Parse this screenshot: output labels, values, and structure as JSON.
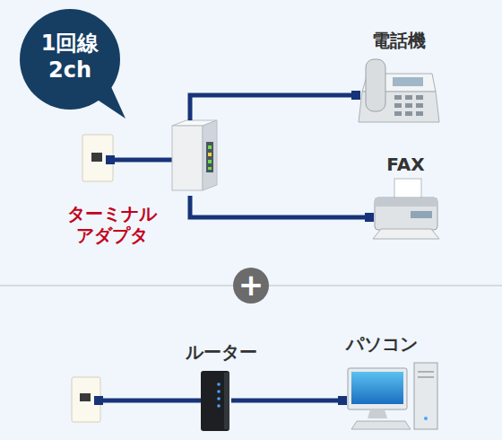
{
  "diagram": {
    "nodes": [
      {
        "text": [
          "1回線 2ch"
        ]
      },
      {
        "text": [
          "電話機"
        ]
      },
      {
        "text": [
          "ターミナル アダプタ"
        ]
      },
      {
        "text": [
          "FAX"
        ]
      },
      {
        "text": [
          "+"
        ]
      },
      {
        "text": [
          "ルーター"
        ]
      },
      {
        "text": [
          "パソコン"
        ]
      }
    ],
    "edges": [
      {
        "from": 2,
        "to": 1,
        "arrow": "none"
      },
      {
        "from": 2,
        "to": 3,
        "arrow": "none"
      },
      {
        "from": 5,
        "to": 6,
        "arrow": "none"
      }
    ]
  }
}
